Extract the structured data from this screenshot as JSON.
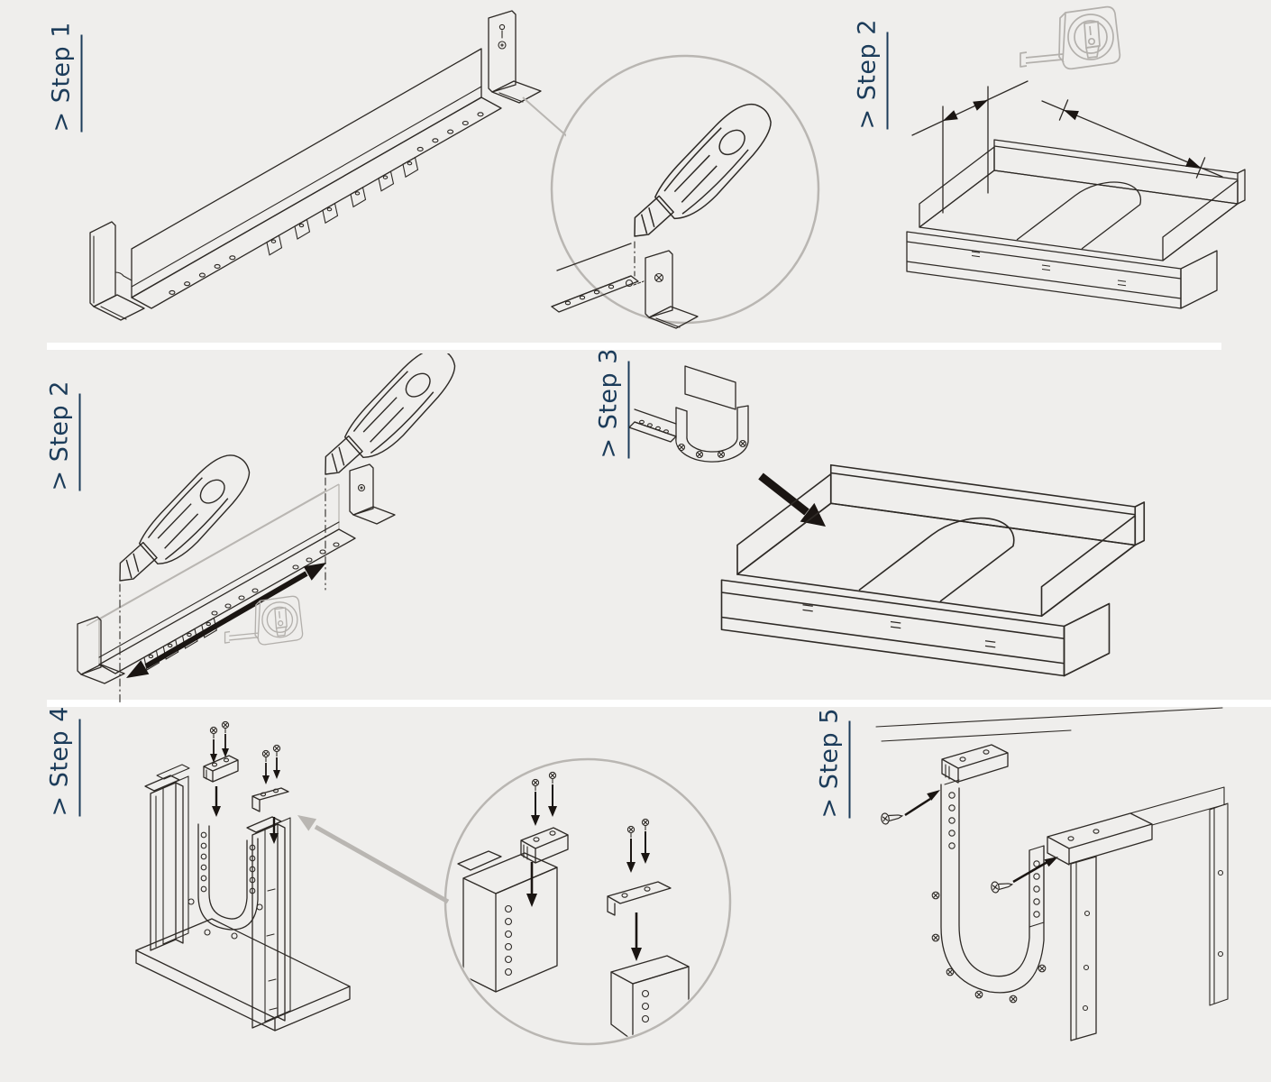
{
  "page": {
    "title": "Furniture assembly instructions",
    "background": "#efeeec",
    "separator_color": "#ffffff"
  },
  "colors": {
    "line_dark": "#2e2a26",
    "line_gray": "#b9b6b2",
    "arrow_black": "#1a1512",
    "label_navy": "#1c3c5a"
  },
  "steps": [
    {
      "id": "step-1",
      "label": "> Step 1"
    },
    {
      "id": "step-2-measure",
      "label": "> Step 2"
    },
    {
      "id": "step-2-cut",
      "label": "> Step 2"
    },
    {
      "id": "step-3",
      "label": "> Step 3"
    },
    {
      "id": "step-4",
      "label": "> Step 4"
    },
    {
      "id": "step-5",
      "label": "> Step 5"
    }
  ],
  "icons": {
    "utility_knife": "utility-knife-icon",
    "tape_measure": "tape-measure-icon",
    "magnifier_circle": "magnifier-circle",
    "screw_top": "screw-icon",
    "screw_side": "side-screw-icon",
    "black_arrow": "direction-arrow",
    "gray_arrow": "detail-callout-arrow",
    "dimension_lines": "dimension-arrows",
    "cut_line": "cut-dash-line",
    "drawer": "drawer-box",
    "u_channel": "u-channel-part",
    "end_clip": "end-clip-bracket"
  }
}
